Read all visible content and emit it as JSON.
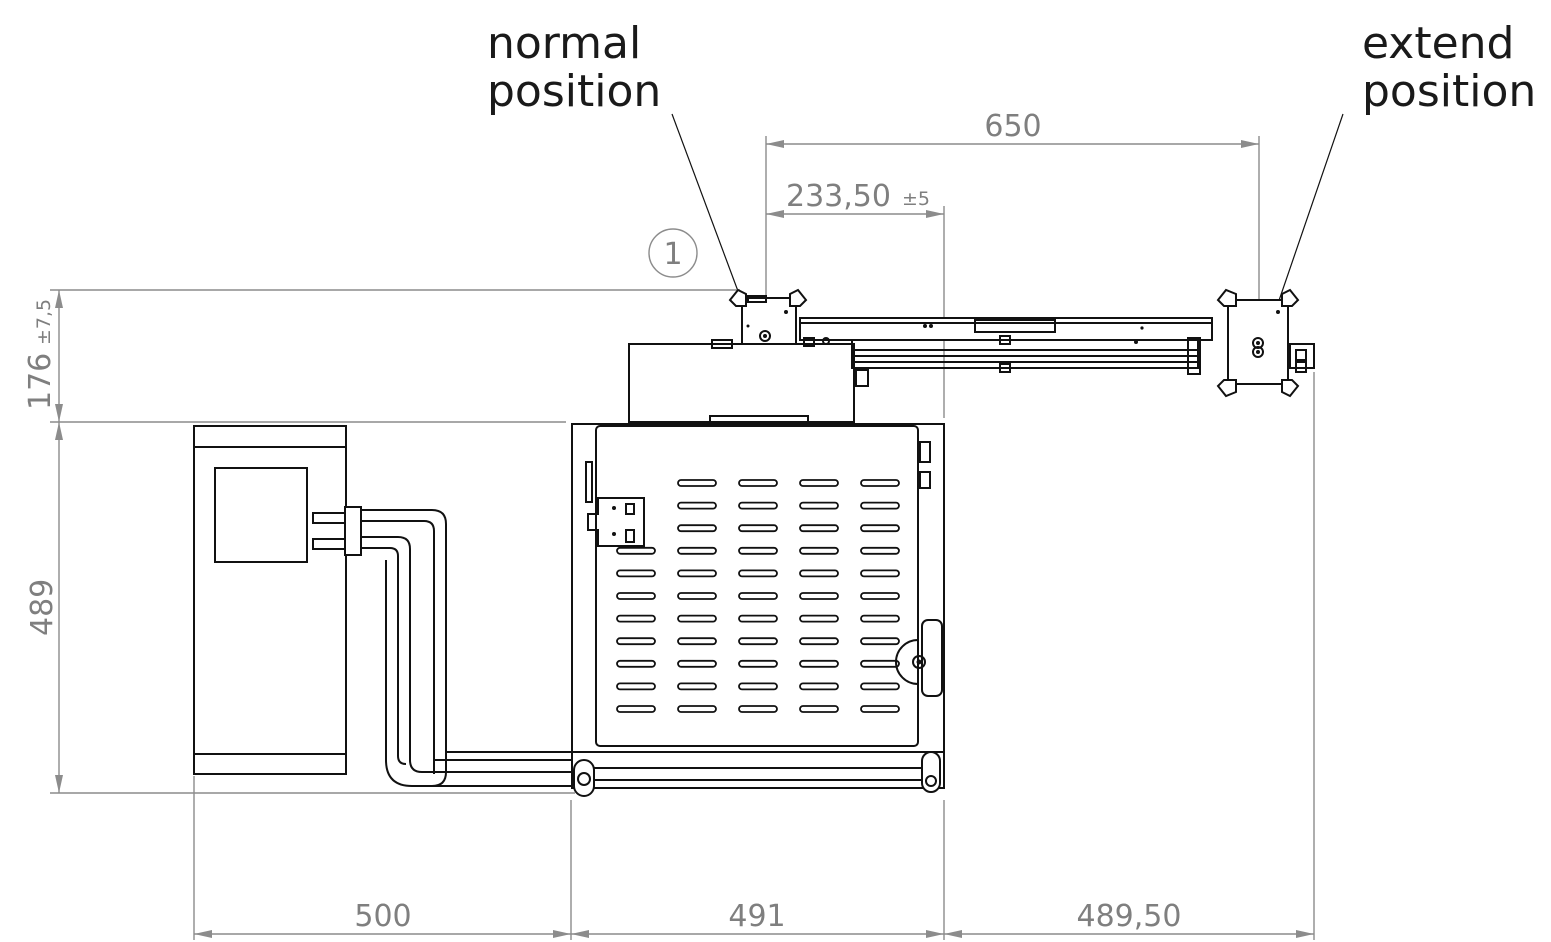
{
  "labels": {
    "normal_line1": "normal",
    "normal_line2": "position",
    "extend_line1": "extend",
    "extend_line2": "position",
    "balloon": "1"
  },
  "dimensions": {
    "top_span": "650",
    "offset_value": "233,50",
    "offset_tolerance": "±5",
    "height_top_value": "176",
    "height_top_tolerance": "±7,5",
    "height_main": "489",
    "bottom_left": "500",
    "bottom_mid": "491",
    "bottom_right": "489,50"
  },
  "colors": {
    "outline": "#111111",
    "dimension": "#8c8c8c",
    "dimension_text": "#7f7f7f"
  }
}
